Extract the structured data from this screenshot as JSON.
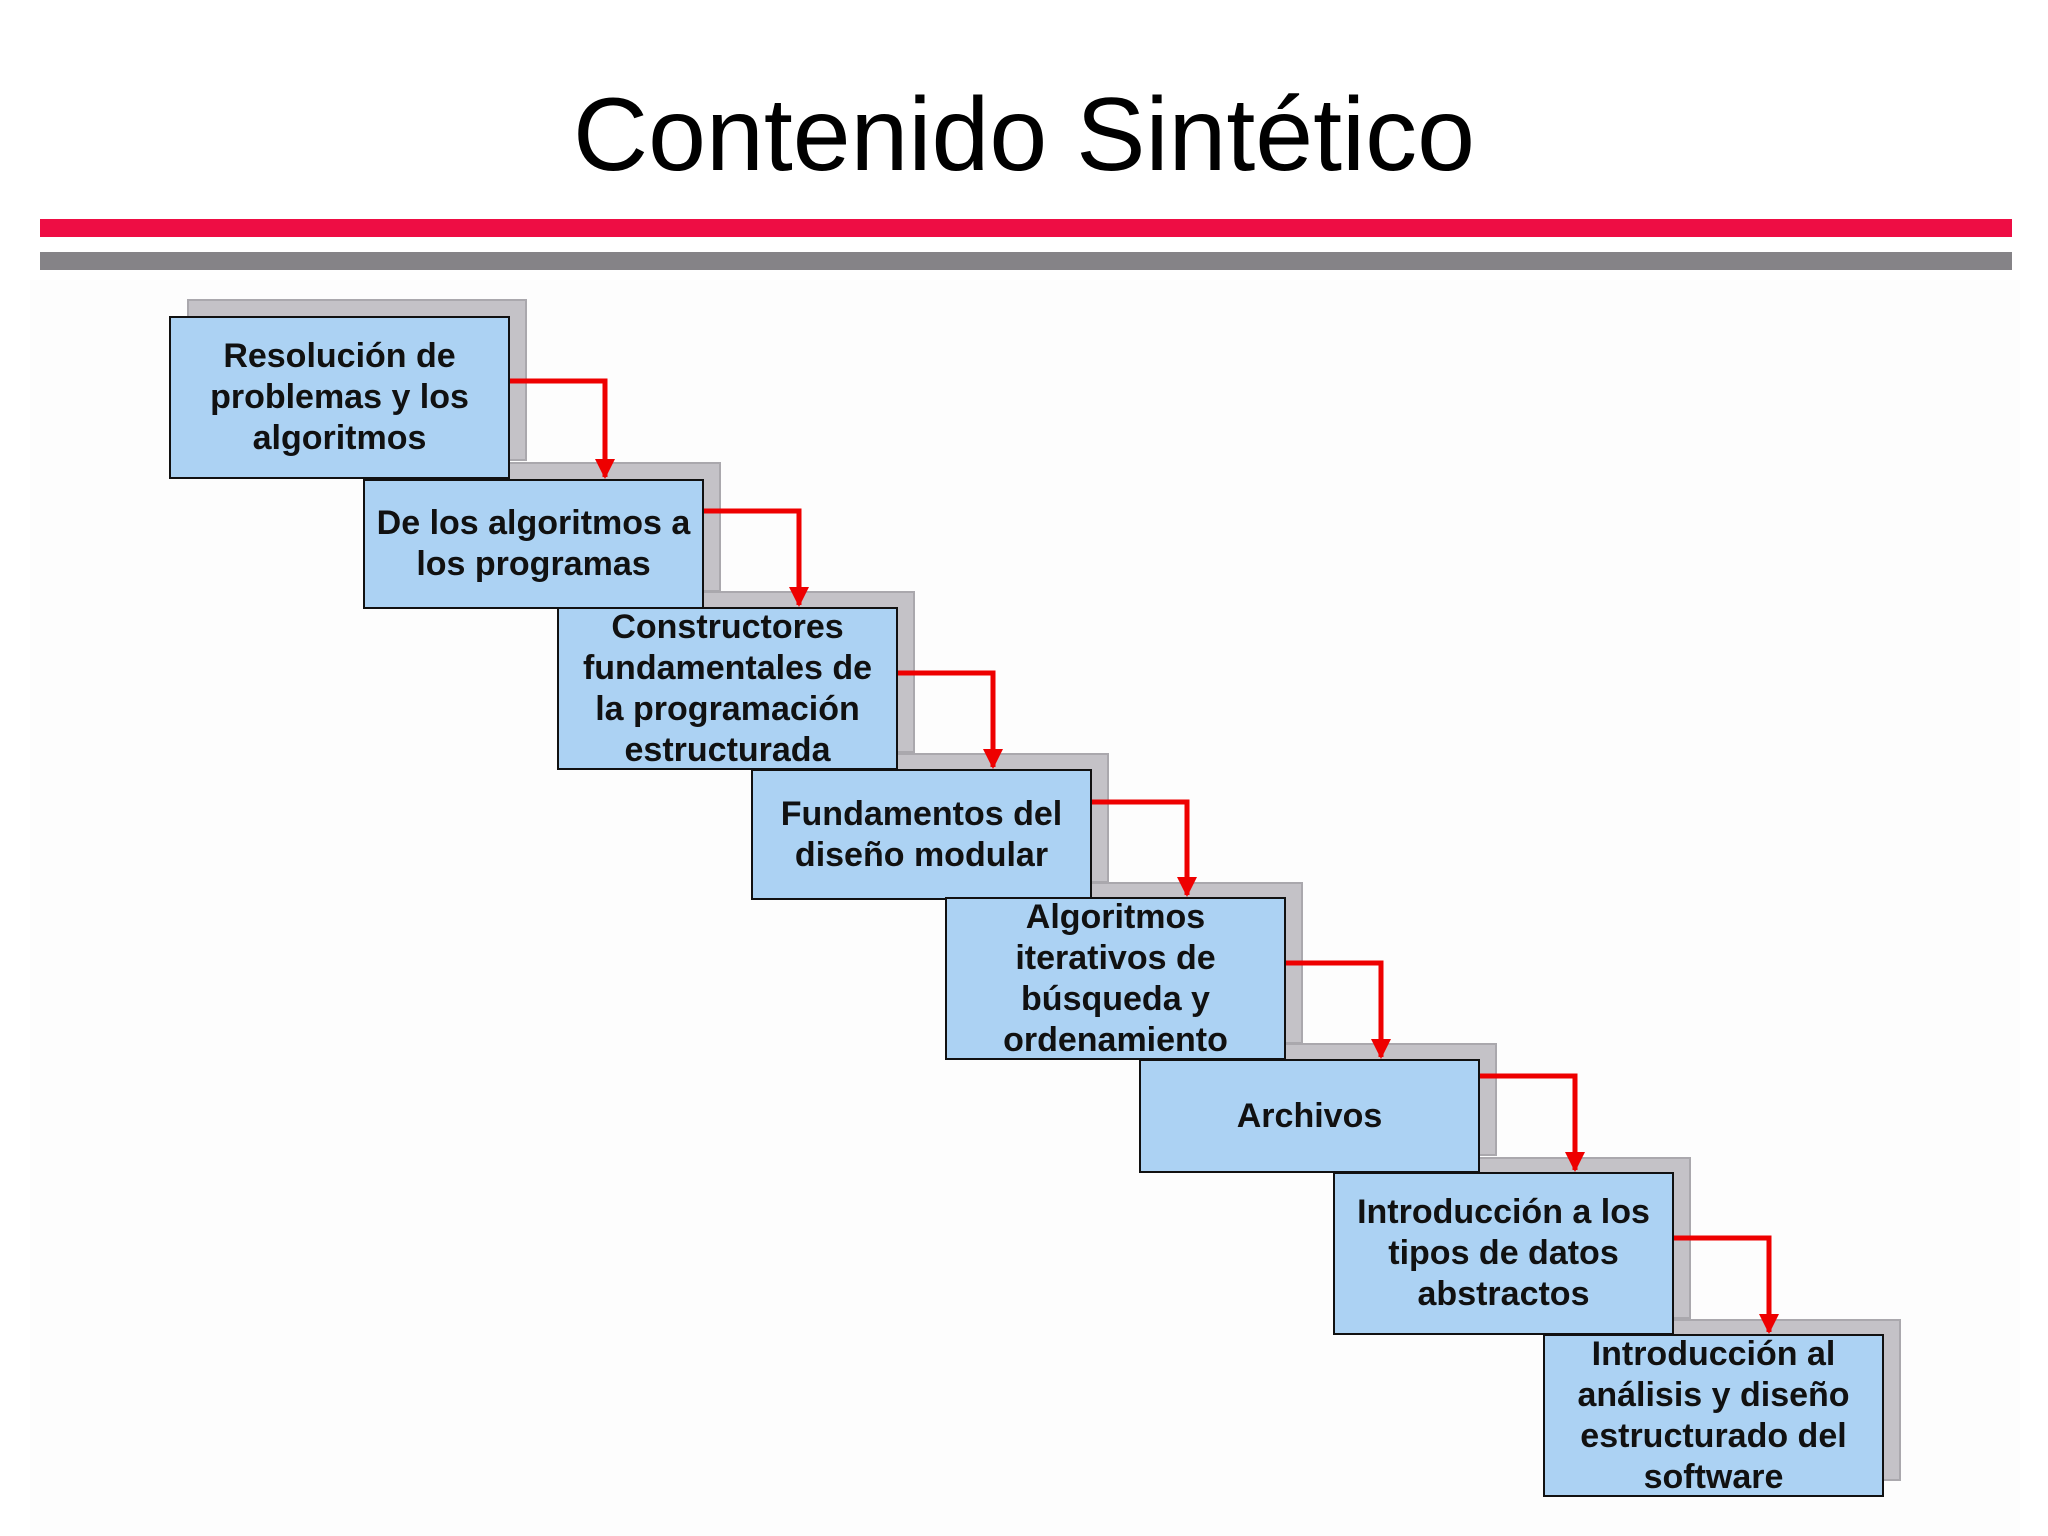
{
  "slide": {
    "title": "Contenido Sintético"
  },
  "colors": {
    "accent_red": "#ee0d44",
    "rule_gray": "#858387",
    "box_fill": "#acd2f3",
    "box_border": "#111111",
    "arrow_red": "#ee0000"
  },
  "steps": [
    {
      "label": "Resolución de problemas y los algoritmos"
    },
    {
      "label": "De los algoritmos a los programas"
    },
    {
      "label": "Constructores fundamentales de la programación estructurada"
    },
    {
      "label": "Fundamentos del diseño modular"
    },
    {
      "label": "Algoritmos iterativos de búsqueda y ordenamiento"
    },
    {
      "label": "Archivos"
    },
    {
      "label": "Introducción a los tipos de datos abstractos"
    },
    {
      "label": "Introducción al análisis y diseño estructurado del software"
    }
  ]
}
